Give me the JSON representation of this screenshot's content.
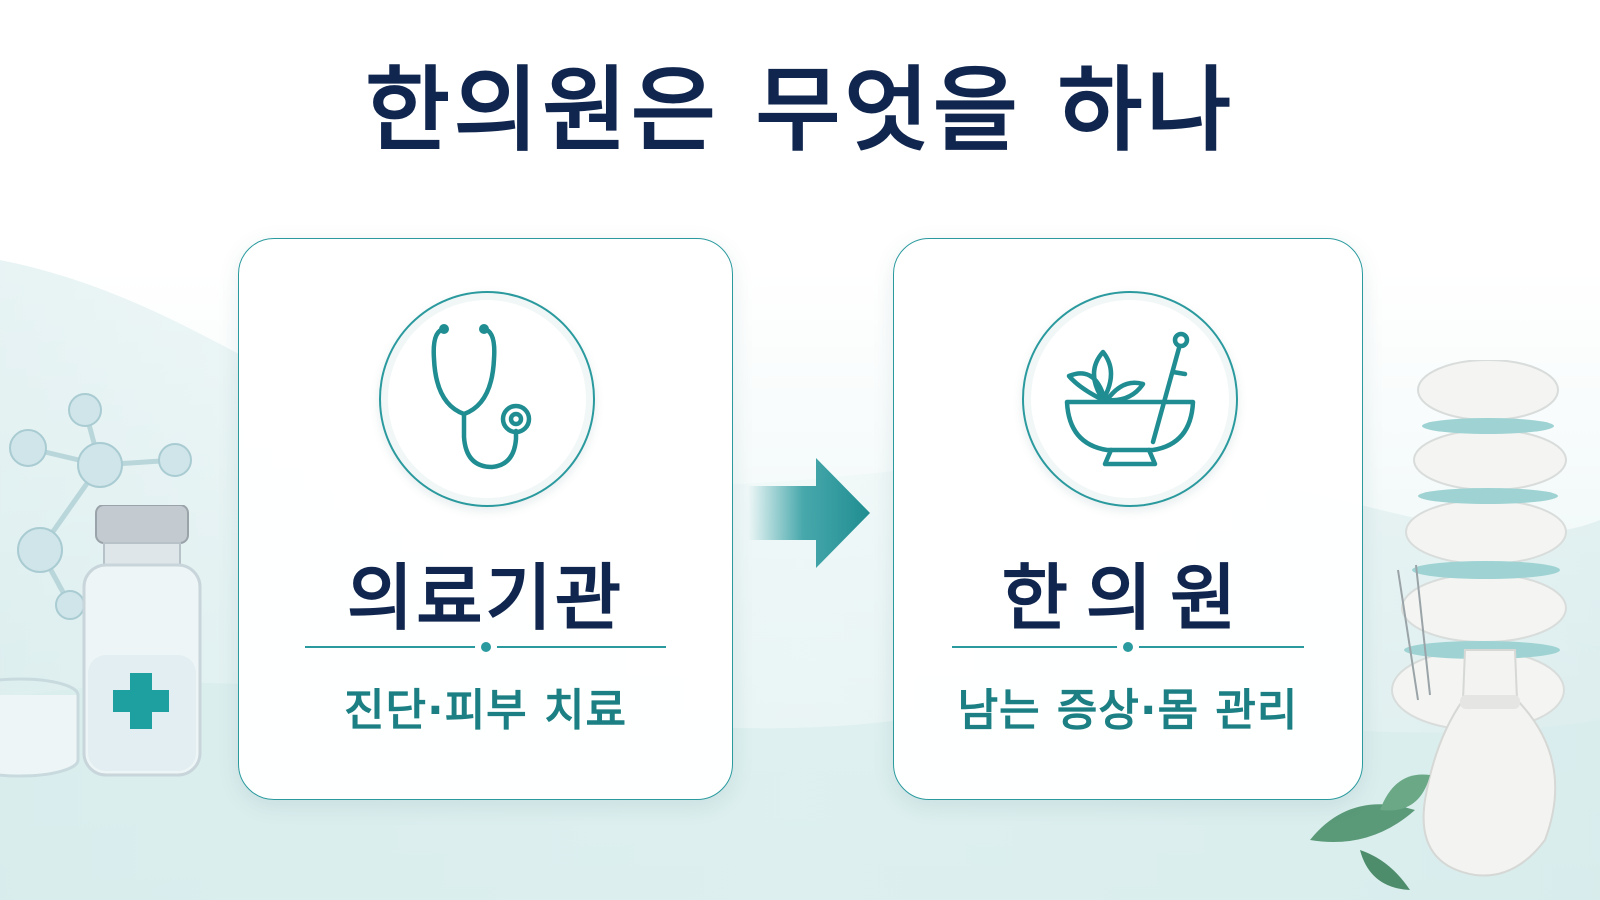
{
  "title": "한의원은 무엇을 하나",
  "left_card": {
    "title": "의료기관",
    "subtitle": "진단·피부 치료",
    "icon": "stethoscope-icon"
  },
  "right_card": {
    "title": "한의원",
    "subtitle": "남는 증상·몸 관리",
    "icon": "herbal-bowl-acupuncture-icon"
  },
  "colors": {
    "title": "#10264f",
    "accent": "#2a9a9e",
    "subtitle": "#1b7f83"
  }
}
